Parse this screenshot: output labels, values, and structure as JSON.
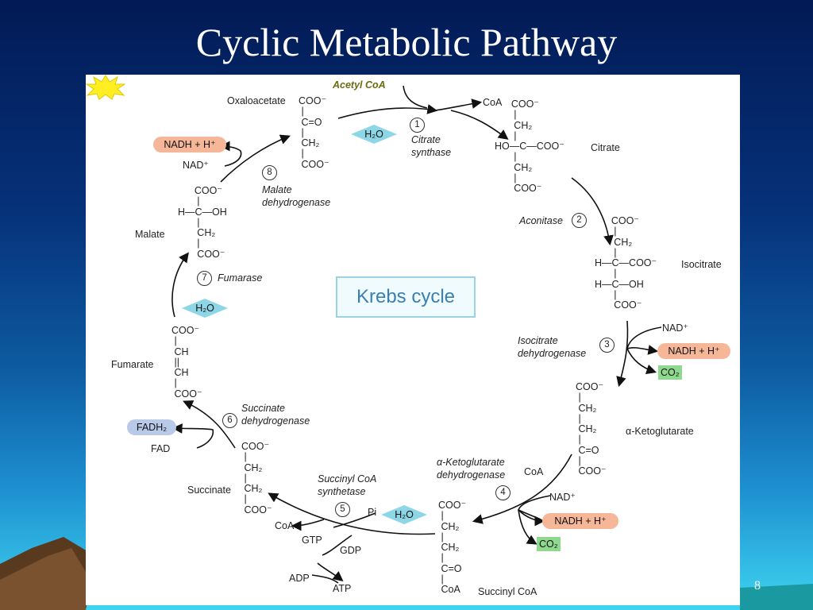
{
  "title": "Cyclic Metabolic Pathway",
  "slide_number": "8",
  "cycle_label": "Krebs cycle",
  "acetyl_coa": "Acetyl CoA",
  "enzymes": [
    {
      "num": "1",
      "name": "Citrate synthase"
    },
    {
      "num": "2",
      "name": "Aconitase"
    },
    {
      "num": "3",
      "name": "Isocitrate dehydrogenase"
    },
    {
      "num": "4",
      "name": "α-Ketoglutarate dehydrogenase"
    },
    {
      "num": "5",
      "name": "Succinyl CoA synthetase"
    },
    {
      "num": "6",
      "name": "Succinate dehydrogenase"
    },
    {
      "num": "7",
      "name": "Fumarase"
    },
    {
      "num": "8",
      "name": "Malate dehydrogenase"
    }
  ],
  "enzyme_lines": {
    "e1": [
      "Citrate",
      "synthase"
    ],
    "e3": [
      "Isocitrate",
      "dehydrogenase"
    ],
    "e4": [
      "α-Ketoglutarate",
      "dehydrogenase"
    ],
    "e5": [
      "Succinyl CoA",
      "synthetase"
    ],
    "e6": [
      "Succinate",
      "dehydrogenase"
    ],
    "e8": [
      "Malate",
      "dehydrogenase"
    ]
  },
  "metabolites": {
    "oxaloacetate": "Oxaloacetate",
    "citrate": "Citrate",
    "isocitrate": "Isocitrate",
    "ketoglutarate": "α-Ketoglutarate",
    "succinyl_coa": "Succinyl CoA",
    "succinate": "Succinate",
    "fumarate": "Fumarate",
    "malate": "Malate"
  },
  "structures": {
    "oxaloacetate": "COO⁻\n |\n C=O\n |\n CH₂\n |\n COO⁻",
    "citrate": "      COO⁻\n       |\n       CH₂\n       |\nHO—C—COO⁻\n       |\n       CH₂\n       |\n       COO⁻",
    "isocitrate": "      COO⁻\n       |\n       CH₂\n       |\nH—C—COO⁻\n       |\nH—C—OH\n       |\n       COO⁻",
    "ketoglutarate": "COO⁻\n |\n CH₂\n |\n CH₂\n |\n C=O\n |\n COO⁻",
    "succinyl_coa": "COO⁻\n |\n CH₂\n |\n CH₂\n |\n C=O\n |\n CoA",
    "succinate": "COO⁻\n |\n CH₂\n |\n CH₂\n |\n COO⁻",
    "fumarate": "COO⁻\n |\n CH\n ||\n CH\n |\n COO⁻",
    "malate": "      COO⁻\n       |\nH—C—OH\n       |\n       CH₂\n       |\n       COO⁻"
  },
  "cofactors": {
    "nad": "NAD⁺",
    "nadh": "NADH + H⁺",
    "co2": "CO₂",
    "h2o": "H₂O",
    "coa": "CoA",
    "fad": "FAD",
    "fadh2": "FADH₂",
    "gtp": "GTP",
    "gdp": "GDP",
    "adp": "ADP",
    "atp": "ATP",
    "pi": "Pi"
  },
  "colors": {
    "nadh_fill": "#f6b698",
    "co2_fill": "#8ed98e",
    "h2o_fill": "#8cd6e6",
    "fadh2_fill": "#b9c9e8",
    "atp_fill": "#ffee22",
    "acetyl_text": "#6b6b10",
    "cycle_text": "#3a7fb1"
  }
}
